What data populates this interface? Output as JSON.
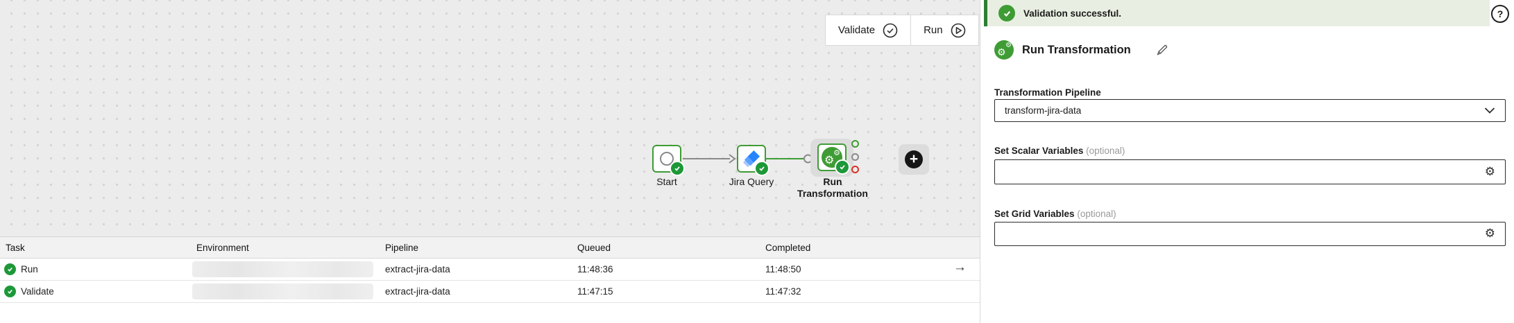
{
  "toolbar": {
    "validate_label": "Validate",
    "run_label": "Run"
  },
  "canvas": {
    "nodes": {
      "start": {
        "label": "Start"
      },
      "jira": {
        "label": "Jira Query"
      },
      "transform": {
        "label": "Run Transformation"
      }
    },
    "add_label": "+"
  },
  "runs_table": {
    "columns": {
      "task": "Task",
      "environment": "Environment",
      "pipeline": "Pipeline",
      "queued": "Queued",
      "completed": "Completed"
    },
    "rows": [
      {
        "task": "Run",
        "status": "success",
        "pipeline": "extract-jira-data",
        "queued": "11:48:36",
        "completed": "11:48:50",
        "arrow": "→"
      },
      {
        "task": "Validate",
        "status": "success",
        "pipeline": "extract-jira-data",
        "queued": "11:47:15",
        "completed": "11:47:32"
      }
    ]
  },
  "panel": {
    "banner_text": "Validation successful.",
    "help_label": "?",
    "title": "Run Transformation",
    "pipeline_field": {
      "label": "Transformation Pipeline",
      "value": "transform-jira-data"
    },
    "scalar_field": {
      "label": "Set Scalar Variables",
      "optional": "(optional)"
    },
    "grid_field": {
      "label": "Set Grid Variables",
      "optional": "(optional)"
    }
  },
  "colors": {
    "accent_green": "#3f9c35",
    "badge_green": "#1d9838",
    "banner_border_green": "#2f7d32",
    "banner_bg": "#e8efe2",
    "port_red": "#d93025",
    "port_gray": "#8a8a8a",
    "jira_blue": "#2684FF"
  }
}
